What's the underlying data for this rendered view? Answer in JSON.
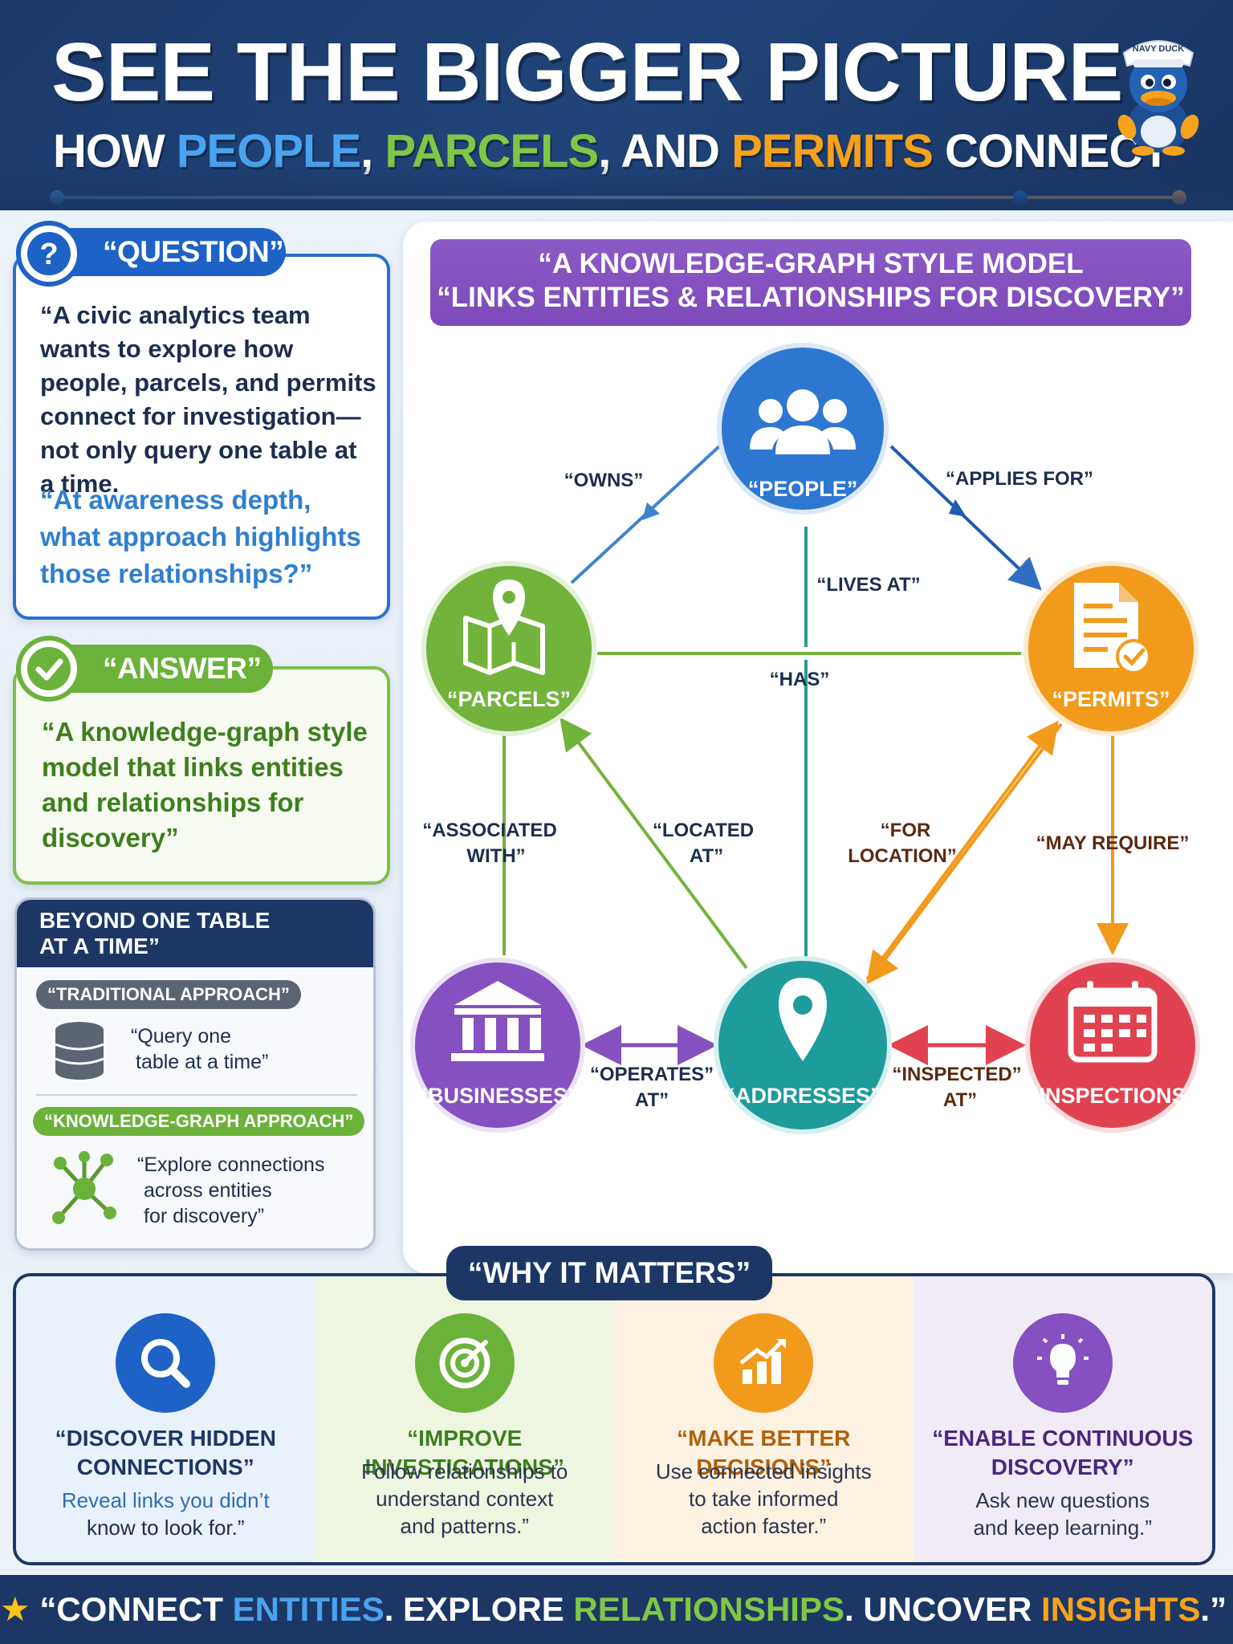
{
  "header": {
    "title": "SEE THE BIGGER PICTURE",
    "subtitle_parts": {
      "p1": "HOW ",
      "people": "PEOPLE",
      "p2": ", ",
      "parcels": "PARCELS",
      "p3": ", AND ",
      "permits": "PERMITS",
      "p4": " CONNECT"
    },
    "mascot_label": "NAVY DUCK"
  },
  "question": {
    "tab": "“QUESTION”",
    "icon": "question-mark-icon",
    "text": "“A civic analytics team wants to explore how people, parcels, and permits connect for investigation—not only query one table at a time.",
    "prompt": "“At awareness depth, what approach highlights those relationships?”"
  },
  "answer": {
    "tab": "“ANSWER”",
    "icon": "checkmark-icon",
    "text": "“A knowledge-graph style model that links entities and relationships for discovery”"
  },
  "beyond": {
    "title_line1": "BEYOND ONE TABLE",
    "title_line2": "AT A TIME”",
    "traditional_label": "“TRADITIONAL APPROACH”",
    "traditional_icon": "database-icon",
    "traditional_text_line1": "“Query one",
    "traditional_text_line2": "table at a time”",
    "graph_label": "“KNOWLEDGE-GRAPH APPROACH”",
    "graph_icon": "network-icon",
    "graph_text_line1": "“Explore connections",
    "graph_text_line2": "across entities",
    "graph_text_line3": "for discovery”"
  },
  "graph": {
    "banner_line1": "“A KNOWLEDGE-GRAPH STYLE MODEL",
    "banner_line2": "“LINKS ENTITIES & RELATIONSHIPS FOR DISCOVERY”",
    "nodes": {
      "people": {
        "label": "“PEOPLE”",
        "icon": "people-icon",
        "color": "#2e77d0"
      },
      "parcels": {
        "label": "“PARCELS”",
        "icon": "map-pin-icon",
        "color": "#72b33c"
      },
      "permits": {
        "label": "“PERMITS”",
        "icon": "document-check-icon",
        "color": "#f29a1b"
      },
      "businesses": {
        "label": "“BUSINESSES”",
        "icon": "bank-building-icon",
        "color": "#8550c0"
      },
      "addresses": {
        "label": "“ADDRESSES”",
        "icon": "location-pin-icon",
        "color": "#1e9b9b"
      },
      "inspections": {
        "label": "“INSPECTIONS”",
        "icon": "calendar-icon",
        "color": "#e0434f"
      }
    },
    "edges": {
      "owns": "“OWNS”",
      "applies_for": "“APPLIES FOR”",
      "lives_at": "“LIVES AT”",
      "has": "“HAS”",
      "associated_with_1": "“ASSOCIATED",
      "associated_with_2": "WITH”",
      "located_at_1": "“LOCATED",
      "located_at_2": "AT”",
      "for_location_1": "“FOR",
      "for_location_2": "LOCATION”",
      "may_require": "“MAY REQUIRE”",
      "operates_at_1": "“OPERATES”",
      "operates_at_2": "AT”",
      "inspected_at_1": "“INSPECTED”",
      "inspected_at_2": "AT”"
    }
  },
  "why": {
    "tab": "“WHY IT MATTERS”",
    "items": [
      {
        "icon": "magnifier-icon",
        "title_line1": "“DISCOVER HIDDEN",
        "title_line2": "CONNECTIONS”",
        "desc_line1": "Reveal links you didn’t",
        "desc_line2": "know to look for.”",
        "color": "#1e62c5"
      },
      {
        "icon": "target-icon",
        "title_line1": "“IMPROVE INVESTIGATIONS”",
        "title_line2": "",
        "desc_line1": "Follow relationships to",
        "desc_line2": "understand context",
        "desc_line3": "and patterns.”",
        "color": "#6bb23a"
      },
      {
        "icon": "growth-chart-icon",
        "title_line1": "“MAKE BETTER DECISIONS”",
        "title_line2": "",
        "desc_line1": "Use connected insights",
        "desc_line2": "to take informed",
        "desc_line3": "action faster.”",
        "color": "#f29a1b"
      },
      {
        "icon": "lightbulb-icon",
        "title_line1": "“ENABLE CONTINUOUS",
        "title_line2": "DISCOVERY”",
        "desc_line1": "Ask new questions",
        "desc_line2": "and keep learning.”",
        "color": "#8550c0"
      }
    ]
  },
  "footer": {
    "p1": "“CONNECT ",
    "entities": "ENTITIES",
    "p2": ". EXPLORE ",
    "relationships": "RELATIONSHIPS",
    "p3": ". UNCOVER ",
    "insights": "INSIGHTS",
    "p4": ".”",
    "star": "★"
  }
}
